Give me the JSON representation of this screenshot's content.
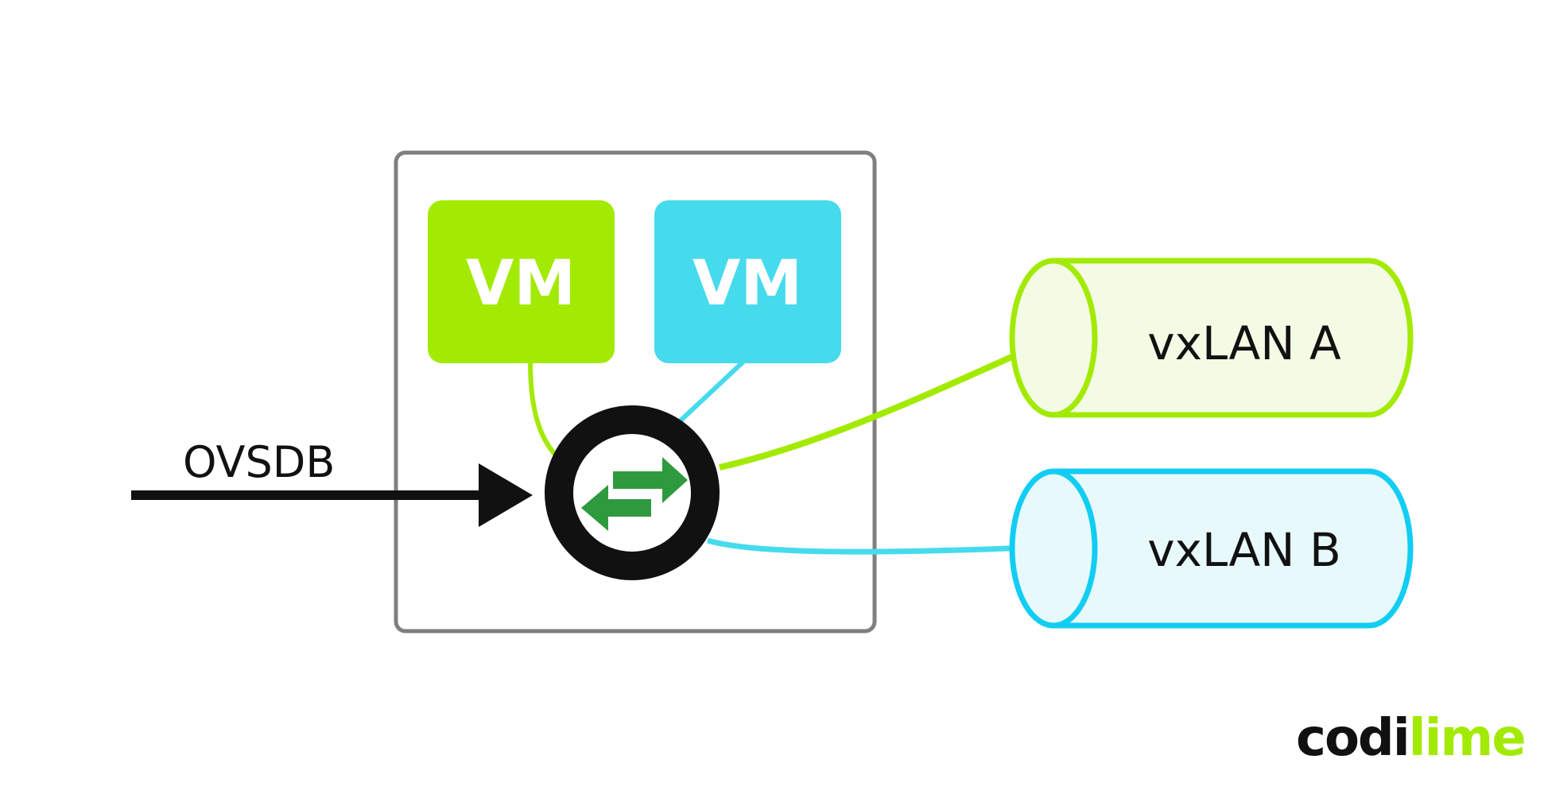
{
  "diagram": {
    "vm_left": {
      "label": "VM",
      "color": "#a3ea02"
    },
    "vm_right": {
      "label": "VM",
      "color": "#46dbec"
    },
    "switch": {
      "icon": "switch-arrows-icon",
      "arrow_color": "#2e9a3e",
      "ring_color": "#111111"
    },
    "host_frame_color": "#7f7f7f",
    "ovsdb": {
      "label": "OVSDB"
    },
    "tunnel_a": {
      "label": "vxLAN A",
      "stroke": "#a3ea02",
      "fill": "#f3fbe5"
    },
    "tunnel_b": {
      "label": "vxLAN B",
      "stroke": "#12cdf3",
      "fill": "#e8f9fc"
    }
  },
  "logo": {
    "part1": "codi",
    "part2": "lime",
    "color1": "#111111",
    "color2": "#a3ea02"
  }
}
